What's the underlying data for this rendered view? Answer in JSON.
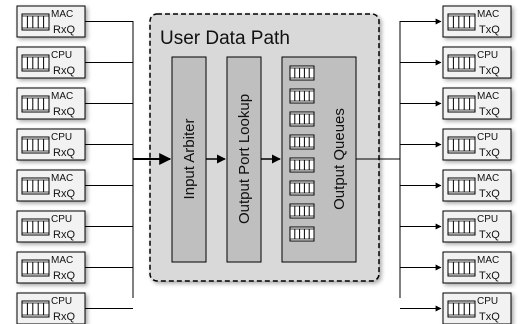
{
  "user_data_path": {
    "title": "User Data Path",
    "input_arbiter": "Input Arbiter",
    "output_port_lookup": "Output Port Lookup",
    "output_queues": "Output Queues"
  },
  "rx_queues": [
    {
      "line1": "MAC",
      "line2": "RxQ"
    },
    {
      "line1": "CPU",
      "line2": "RxQ"
    },
    {
      "line1": "MAC",
      "line2": "RxQ"
    },
    {
      "line1": "CPU",
      "line2": "RxQ"
    },
    {
      "line1": "MAC",
      "line2": "RxQ"
    },
    {
      "line1": "CPU",
      "line2": "RxQ"
    },
    {
      "line1": "MAC",
      "line2": "RxQ"
    },
    {
      "line1": "CPU",
      "line2": "RxQ"
    }
  ],
  "tx_queues": [
    {
      "line1": "MAC",
      "line2": "TxQ"
    },
    {
      "line1": "CPU",
      "line2": "TxQ"
    },
    {
      "line1": "MAC",
      "line2": "TxQ"
    },
    {
      "line1": "CPU",
      "line2": "TxQ"
    },
    {
      "line1": "MAC",
      "line2": "TxQ"
    },
    {
      "line1": "CPU",
      "line2": "TxQ"
    },
    {
      "line1": "MAC",
      "line2": "TxQ"
    },
    {
      "line1": "CPU",
      "line2": "TxQ"
    }
  ],
  "colors": {
    "box_fill": "#f2f2f2",
    "udp_fill": "#d9d9d9",
    "module_fill": "#bfbfbf",
    "line": "#000000"
  }
}
